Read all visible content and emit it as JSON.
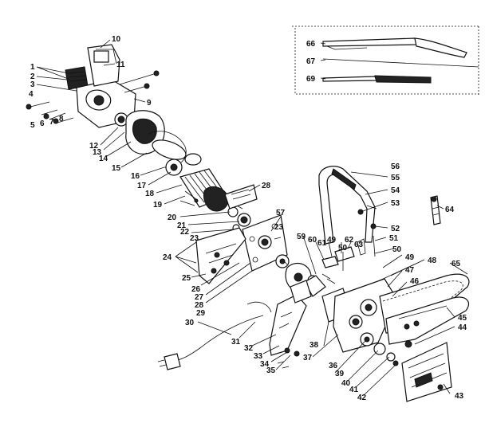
{
  "diagram": {
    "callouts": [
      {
        "id": "c1",
        "text": "1"
      },
      {
        "id": "c2",
        "text": "2"
      },
      {
        "id": "c3",
        "text": "3"
      },
      {
        "id": "c4",
        "text": "4"
      },
      {
        "id": "c5",
        "text": "5"
      },
      {
        "id": "c6",
        "text": "6"
      },
      {
        "id": "c7",
        "text": "7"
      },
      {
        "id": "c8",
        "text": "8"
      },
      {
        "id": "c9",
        "text": "9"
      },
      {
        "id": "c10",
        "text": "10"
      },
      {
        "id": "c11",
        "text": "11"
      },
      {
        "id": "c12",
        "text": "12"
      },
      {
        "id": "c13",
        "text": "13"
      },
      {
        "id": "c14",
        "text": "14"
      },
      {
        "id": "c15",
        "text": "15"
      },
      {
        "id": "c16",
        "text": "16"
      },
      {
        "id": "c17",
        "text": "17"
      },
      {
        "id": "c18",
        "text": "18"
      },
      {
        "id": "c19",
        "text": "19"
      },
      {
        "id": "c20",
        "text": "20"
      },
      {
        "id": "c21",
        "text": "21"
      },
      {
        "id": "c22",
        "text": "22"
      },
      {
        "id": "c23a",
        "text": "23"
      },
      {
        "id": "c23b",
        "text": "23"
      },
      {
        "id": "c24",
        "text": "24"
      },
      {
        "id": "c25",
        "text": "25"
      },
      {
        "id": "c26",
        "text": "26"
      },
      {
        "id": "c27",
        "text": "27"
      },
      {
        "id": "c28a",
        "text": "28"
      },
      {
        "id": "c28b",
        "text": "28"
      },
      {
        "id": "c29",
        "text": "29"
      },
      {
        "id": "c30",
        "text": "30"
      },
      {
        "id": "c31",
        "text": "31"
      },
      {
        "id": "c32",
        "text": "32"
      },
      {
        "id": "c33",
        "text": "33"
      },
      {
        "id": "c34",
        "text": "34"
      },
      {
        "id": "c35",
        "text": "35"
      },
      {
        "id": "c36",
        "text": "36"
      },
      {
        "id": "c37",
        "text": "37"
      },
      {
        "id": "c38",
        "text": "38"
      },
      {
        "id": "c39",
        "text": "39"
      },
      {
        "id": "c40",
        "text": "40"
      },
      {
        "id": "c41",
        "text": "41"
      },
      {
        "id": "c42",
        "text": "42"
      },
      {
        "id": "c43",
        "text": "43"
      },
      {
        "id": "c44",
        "text": "44"
      },
      {
        "id": "c45",
        "text": "45"
      },
      {
        "id": "c46",
        "text": "46"
      },
      {
        "id": "c47",
        "text": "47"
      },
      {
        "id": "c48",
        "text": "48"
      },
      {
        "id": "c49a",
        "text": "49"
      },
      {
        "id": "c49b",
        "text": "49"
      },
      {
        "id": "c50a",
        "text": "50"
      },
      {
        "id": "c50b",
        "text": "50"
      },
      {
        "id": "c51",
        "text": "51"
      },
      {
        "id": "c52",
        "text": "52"
      },
      {
        "id": "c53",
        "text": "53"
      },
      {
        "id": "c54",
        "text": "54"
      },
      {
        "id": "c55",
        "text": "55"
      },
      {
        "id": "c56",
        "text": "56"
      },
      {
        "id": "c57",
        "text": "57"
      },
      {
        "id": "c59",
        "text": "59"
      },
      {
        "id": "c60",
        "text": "60"
      },
      {
        "id": "c61",
        "text": "61"
      },
      {
        "id": "c62",
        "text": "62"
      },
      {
        "id": "c63",
        "text": "63"
      },
      {
        "id": "c64",
        "text": "64"
      },
      {
        "id": "c65",
        "text": "65"
      },
      {
        "id": "c66",
        "text": "66"
      },
      {
        "id": "c67",
        "text": "67"
      },
      {
        "id": "c69",
        "text": "69"
      }
    ]
  }
}
